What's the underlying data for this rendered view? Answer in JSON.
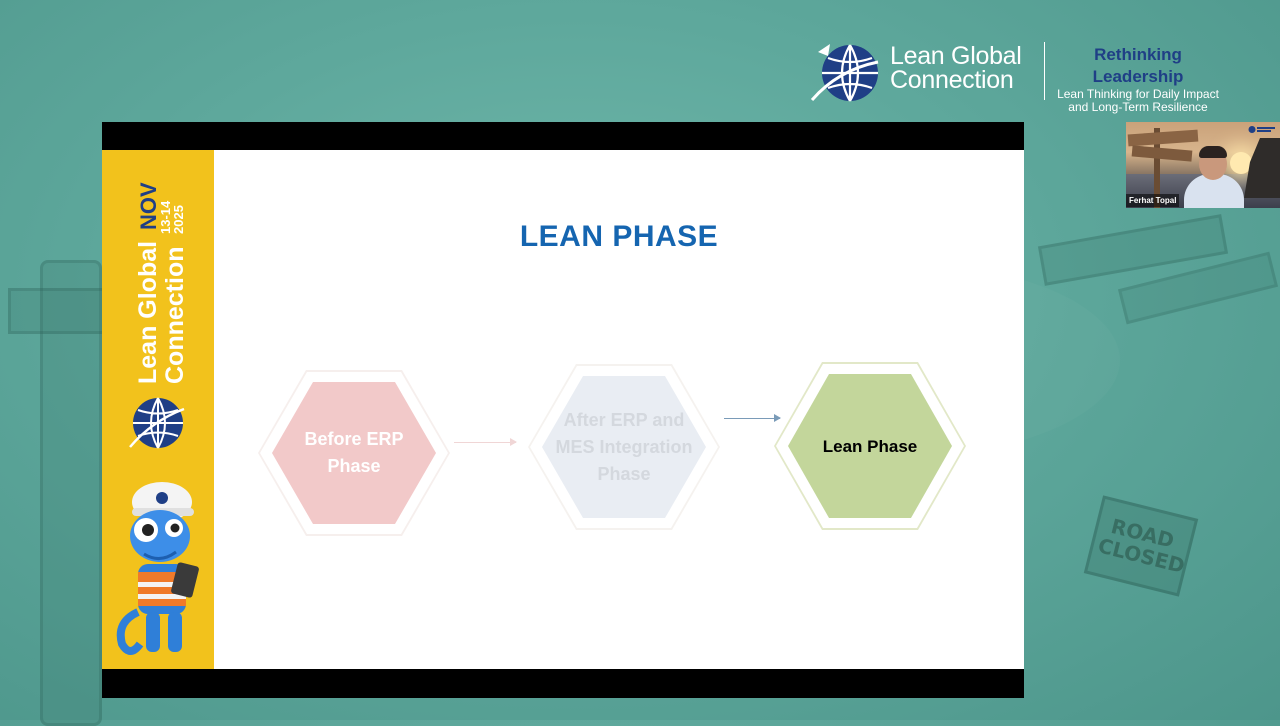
{
  "brand": {
    "name_line1": "Lean Global",
    "name_line2": "Connection",
    "tagline_title": "Rethinking Leadership",
    "tagline_line1": "Lean Thinking for Daily Impact",
    "tagline_line2": "and Long-Term Resilience"
  },
  "slide": {
    "sidebar": {
      "event_line1": "Lean Global",
      "event_line2": "Connection",
      "event_date_month": "NOV",
      "event_date_days": "13-14",
      "event_date_year": "2025"
    },
    "title": "LEAN PHASE",
    "phases": [
      {
        "label_lines": [
          "Before ERP",
          "Phase"
        ],
        "fill": "#f2c9c9",
        "text_color": "#ffffff",
        "faded": true
      },
      {
        "label_lines": [
          "After ERP and",
          "MES Integration",
          "Phase"
        ],
        "fill": "#e9edf3",
        "text_color": "#d4d8de",
        "faded": true
      },
      {
        "label_lines": [
          "Lean Phase"
        ],
        "fill": "#c3d69b",
        "text_color": "#000000",
        "faded": false
      }
    ]
  },
  "webcam": {
    "participant_name": "Ferhat Topal"
  },
  "background": {
    "sign_text": "ROAD CLOSED"
  },
  "colors": {
    "background_teal": "#5ea89c",
    "sidebar_yellow": "#f2c21c",
    "title_blue": "#1565b0",
    "brand_navy": "#1f3f86"
  }
}
